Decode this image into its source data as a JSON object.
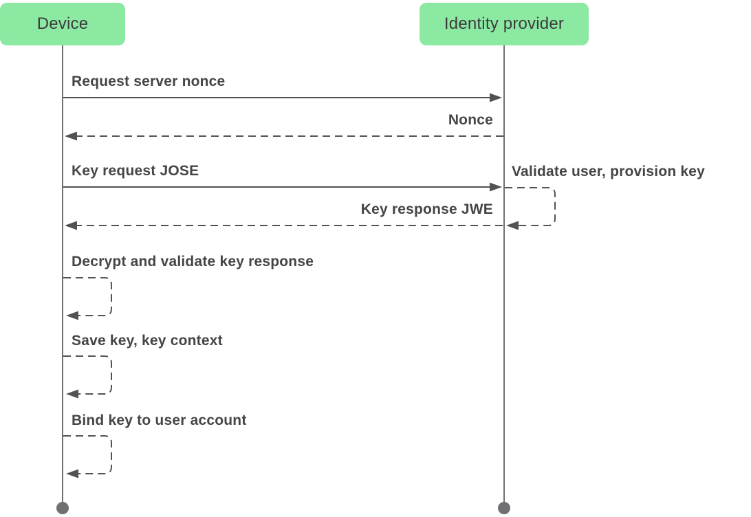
{
  "diagram": {
    "type": "sequence-diagram",
    "actors": [
      {
        "id": "device",
        "label": "Device",
        "fill": "#8ce9a2"
      },
      {
        "id": "idp",
        "label": "Identity provider",
        "fill": "#8ce9a2"
      }
    ],
    "messages": [
      {
        "label": "Request server nonce",
        "from": "device",
        "to": "idp",
        "line": "solid"
      },
      {
        "label": "Nonce",
        "from": "idp",
        "to": "device",
        "line": "dashed"
      },
      {
        "label": "Key request JOSE",
        "from": "device",
        "to": "idp",
        "line": "solid"
      },
      {
        "label": "Validate user, provision key",
        "from": "idp",
        "to": "idp",
        "line": "dashed-self-loop"
      },
      {
        "label": "Key response JWE",
        "from": "idp",
        "to": "device",
        "line": "dashed"
      },
      {
        "label": "Decrypt and validate key response",
        "from": "device",
        "to": "device",
        "line": "dashed-self-loop"
      },
      {
        "label": "Save key, key context",
        "from": "device",
        "to": "device",
        "line": "dashed-self-loop"
      },
      {
        "label": "Bind key to user account",
        "from": "device",
        "to": "device",
        "line": "dashed-self-loop"
      }
    ],
    "colors": {
      "actor_fill": "#8ce9a2",
      "actor_text": "#3b3b3d",
      "message_text": "#454547",
      "arrow_stroke": "#525254",
      "lifeline_stroke": "#707072",
      "endpoint_dot": "#707072",
      "background": "#ffffff"
    }
  }
}
